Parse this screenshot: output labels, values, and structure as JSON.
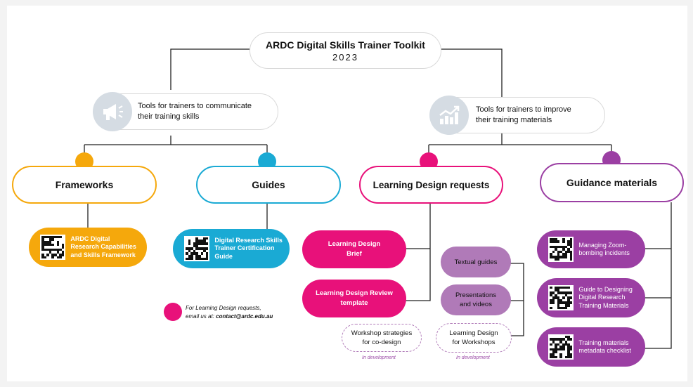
{
  "title": {
    "line1": "ARDC Digital Skills Trainer Toolkit",
    "line2": "2023"
  },
  "communicate": {
    "text": "Tools for trainers to communicate their training skills",
    "icon": "megaphone-icon"
  },
  "improve": {
    "text": "Tools for trainers to improve their training materials",
    "icon": "growth-chart-icon"
  },
  "categories": {
    "frameworks": {
      "label": "Frameworks",
      "color": "#f5a80c"
    },
    "guides": {
      "label": "Guides",
      "color": "#1aaad4"
    },
    "ld_requests": {
      "label": "Learning Design requests",
      "color": "#e8117a"
    },
    "guidance": {
      "label": "Guidance materials",
      "color": "#9b3fa3"
    }
  },
  "items": {
    "framework_card": "ARDC Digital Research Capabilities and Skills Framework",
    "guide_card": "Digital Research Skills Trainer Certification Guide",
    "ld_brief": "Learning Design Brief",
    "ld_review": "Learning Design Review template",
    "workshop_strategies": "Workshop strategies for co-design",
    "in_dev_1": "In development",
    "textual_guides": "Textual guides",
    "presentations": "Presentations and videos",
    "ld_workshops": "Learning Design for Workshops",
    "in_dev_2": "In development",
    "zoom": "Managing Zoom-bombing incidents",
    "guide_designing": "Guide to Designing Digital Research Training Materials",
    "metadata": "Training materials metadata checklist"
  },
  "contact": {
    "line1": "For Learning Design requests,",
    "line2_prefix": "email us at: ",
    "email": "contact@ardc.edu.au"
  },
  "colors": {
    "purple_light": "#b07ab8",
    "line": "#222222"
  }
}
